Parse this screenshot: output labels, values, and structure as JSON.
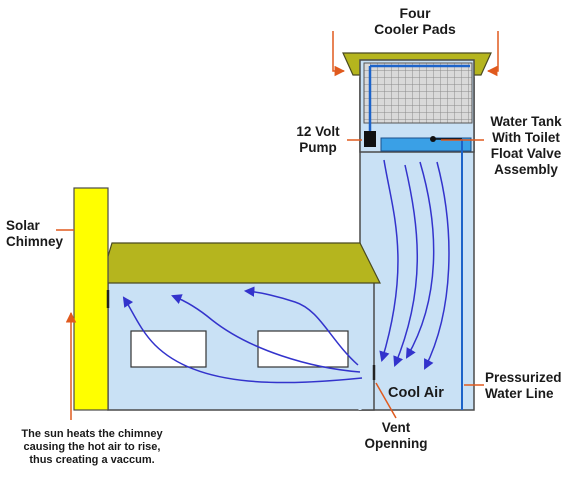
{
  "labels": {
    "cooler_pads": "Four\nCooler Pads",
    "water_tank": "Water Tank\nWith Toilet\nFloat Valve\nAssembly",
    "pump": "12 Volt\nPump",
    "solar_chimney": "Solar\nChimney",
    "cool_air": "Cool Air",
    "pressurized_line": "Pressurized\nWater Line",
    "vent_opening": "Vent\nOpenning",
    "chimney_note": "The sun heats the chimney\ncausing the hot air to rise,\nthus creating a vaccum."
  },
  "colors": {
    "house_fill": "#c9e1f5",
    "roof": "#b5b51e",
    "chimney": "#ffff00",
    "callout_line": "#e05a1e",
    "airflow_arrow": "#3333cc",
    "window_fill": "#ffffff",
    "water_pipe": "#1c63c9"
  }
}
